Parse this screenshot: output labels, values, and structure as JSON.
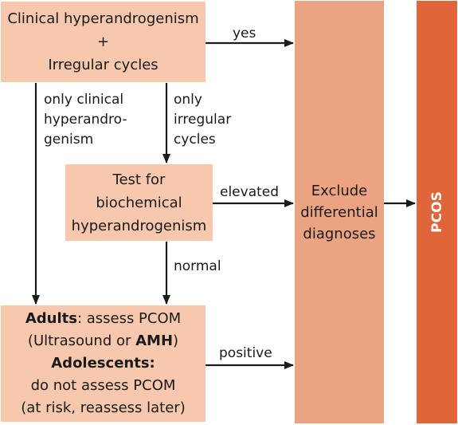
{
  "boxes": {
    "start": [
      "Clinical hyperandrogenism",
      "+",
      "Irregular cycles"
    ],
    "test": [
      "Test for",
      "biochemical",
      "hyperandrogenism"
    ],
    "pcom": {
      "adults_label": "Adults",
      "adults_text": ": assess PCOM",
      "method_open": "(Ultrasound or ",
      "method_amh": "AMH",
      "method_close": ")",
      "adolescents_label": "Adolescents",
      "adolescents_colon": ":",
      "adolescents_line1": "do not assess PCOM",
      "adolescents_line2": "(at risk, reassess later)"
    },
    "exclude": [
      "Exclude",
      "differential",
      "diagnoses"
    ],
    "pcos": "PCOS"
  },
  "edges": {
    "yes": "yes",
    "only_clinical": [
      "only clinical",
      "hyperandro-",
      "genism"
    ],
    "only_irregular": [
      "only",
      "irregular",
      "cycles"
    ],
    "elevated": "elevated",
    "normal": "normal",
    "positive": "positive"
  },
  "colors": {
    "light_box": "#f8c8ae",
    "exclude_box": "#eca381",
    "pcos_box": "#e0653b",
    "arrow": "#1a1a1a"
  }
}
